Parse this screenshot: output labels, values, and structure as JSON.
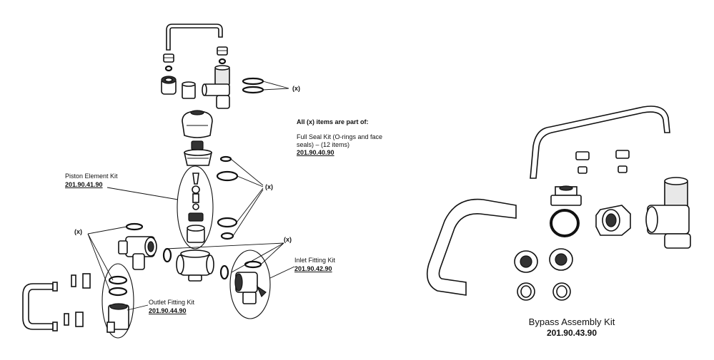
{
  "x_marker": "(x)",
  "seal_note": {
    "heading": "All (x) items are part of:",
    "line1": "Full Seal Kit (O-rings and face",
    "line2": "seals) – (12 items)",
    "part_number": "201.90.40.90"
  },
  "kits": {
    "piston": {
      "name": "Piston Element Kit",
      "part_number": "201.90.41.90"
    },
    "inlet": {
      "name": "Inlet Fitting Kit",
      "part_number": "201.90.42.90"
    },
    "outlet": {
      "name": "Outlet Fitting Kit",
      "part_number": "201.90.44.90"
    },
    "bypass": {
      "name": "Bypass Assembly Kit",
      "part_number": "201.90.43.90"
    }
  }
}
